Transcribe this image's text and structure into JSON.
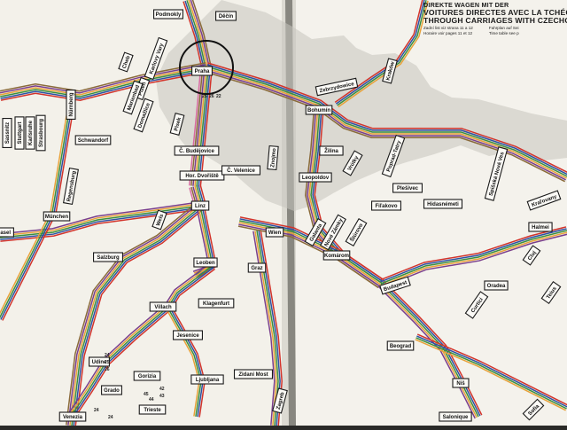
{
  "header": {
    "title_de": "Direkte Wagen mit der",
    "title_fr": "Voitures directes avec la Tchécoslo",
    "title_en": "Through carriages with Czechoslo",
    "note_cz": "Zadní list viz strana 11 a 12",
    "note_de": "Fahrplan auf Sei",
    "note_fr": "Horaire voir pages 11 et 12",
    "note_en": "Time table see p"
  },
  "stations": [
    {
      "name": "Podmokly"
    },
    {
      "name": "Děčín"
    },
    {
      "name": "Praha"
    },
    {
      "name": "Nürnberg"
    },
    {
      "name": "Schwandorf"
    },
    {
      "name": "Regensburg"
    },
    {
      "name": "München"
    },
    {
      "name": "Č. Budějovice"
    },
    {
      "name": "Hor. Dvořiště"
    },
    {
      "name": "Č. Velenice"
    },
    {
      "name": "Linz"
    },
    {
      "name": "Wels"
    },
    {
      "name": "Salzburg"
    },
    {
      "name": "Leoben"
    },
    {
      "name": "Graz"
    },
    {
      "name": "Wien"
    },
    {
      "name": "Villach"
    },
    {
      "name": "Klagenfurt"
    },
    {
      "name": "Jesenice"
    },
    {
      "name": "Udine"
    },
    {
      "name": "Grado"
    },
    {
      "name": "Gorizia"
    },
    {
      "name": "Ljubljana"
    },
    {
      "name": "Zidani Most"
    },
    {
      "name": "Trieste"
    },
    {
      "name": "Zagreb"
    },
    {
      "name": "Venezia"
    },
    {
      "name": "Znojmo"
    },
    {
      "name": "Zebrzydowice"
    },
    {
      "name": "Bohumín"
    },
    {
      "name": "Kraków"
    },
    {
      "name": "Žilina"
    },
    {
      "name": "Vrútky"
    },
    {
      "name": "Leopoldov"
    },
    {
      "name": "Galanta"
    },
    {
      "name": "Nové Zámky"
    },
    {
      "name": "Štúrovo"
    },
    {
      "name": "Komárom"
    },
    {
      "name": "Budapest"
    },
    {
      "name": "Poprad-Tatry"
    },
    {
      "name": "Spišská Nová Ves"
    },
    {
      "name": "Plešivec"
    },
    {
      "name": "Fiľakovo"
    },
    {
      "name": "Hidasnémeti"
    },
    {
      "name": "Kraľovany"
    },
    {
      "name": "Halmei"
    },
    {
      "name": "Cluj"
    },
    {
      "name": "Oradea"
    },
    {
      "name": "Teius"
    },
    {
      "name": "Curtici"
    },
    {
      "name": "Beograd"
    },
    {
      "name": "Niš"
    },
    {
      "name": "Salonique"
    },
    {
      "name": "Sofia"
    },
    {
      "name": "Sassnitz"
    },
    {
      "name": "Stuttgart"
    },
    {
      "name": "Karlsruhe"
    },
    {
      "name": "Strasbourg"
    },
    {
      "name": "Basel"
    },
    {
      "name": "Pisek"
    },
    {
      "name": "Plzeň"
    },
    {
      "name": "Cheb"
    },
    {
      "name": "Karlovy Vary"
    },
    {
      "name": "Marienbad"
    },
    {
      "name": "Domažlice"
    }
  ],
  "route_numbers": [
    "24",
    "25",
    "26",
    "42",
    "43",
    "44",
    "45",
    "25",
    "26",
    "22",
    "24",
    "24"
  ],
  "route_colors": [
    "#d2342c",
    "#2f52a3",
    "#3c8f3e",
    "#e8a23a",
    "#7a3f8c",
    "#8a6a3a",
    "#d86aa0"
  ]
}
